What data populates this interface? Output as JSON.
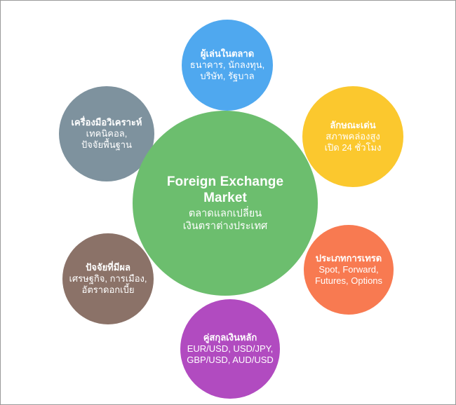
{
  "diagram": {
    "type": "radial-bubble-diagram",
    "background_color": "#ffffff",
    "border_color": "#9a9a9a",
    "center": {
      "name": "foreign-exchange-market",
      "color": "#6CBE6E",
      "title_line_1": "Foreign Exchange",
      "title_line_2": "Market",
      "subtitle_line_1": "ตลาดแลกเปลี่ยน",
      "subtitle_line_2": "เงินตราต่างประเทศ"
    },
    "satellites": [
      {
        "name": "market-players",
        "color": "#4FA8EF",
        "head": "ผู้เล่นในตลาด",
        "line_1": "ธนาคาร, นักลงทุน,",
        "line_2": "บริษัท, รัฐบาล"
      },
      {
        "name": "key-characteristics",
        "color": "#FBC82E",
        "head": "ลักษณะเด่น",
        "line_1": "สภาพคล่องสูง",
        "line_2": "เปิด 24 ชั่วโมง"
      },
      {
        "name": "trade-types",
        "color": "#F87A51",
        "head": "ประเภทการเทรด",
        "line_1": "Spot, Forward,",
        "line_2": "Futures, Options"
      },
      {
        "name": "major-currency-pairs",
        "color": "#B14BC0",
        "head": "คู่สกุลเงินหลัก",
        "line_1": "EUR/USD, USD/JPY,",
        "line_2": "GBP/USD, AUD/USD"
      },
      {
        "name": "influencing-factors",
        "color": "#8B7268",
        "head": "ปัจจัยที่มีผล",
        "line_1": "เศรษฐกิจ, การเมือง,",
        "line_2": "อัตราดอกเบี้ย"
      },
      {
        "name": "analysis-tools",
        "color": "#7E929E",
        "head": "เครื่องมือวิเคราะห์",
        "line_1": "เทคนิคอล,",
        "line_2": "ปัจจัยพื้นฐาน"
      }
    ]
  }
}
